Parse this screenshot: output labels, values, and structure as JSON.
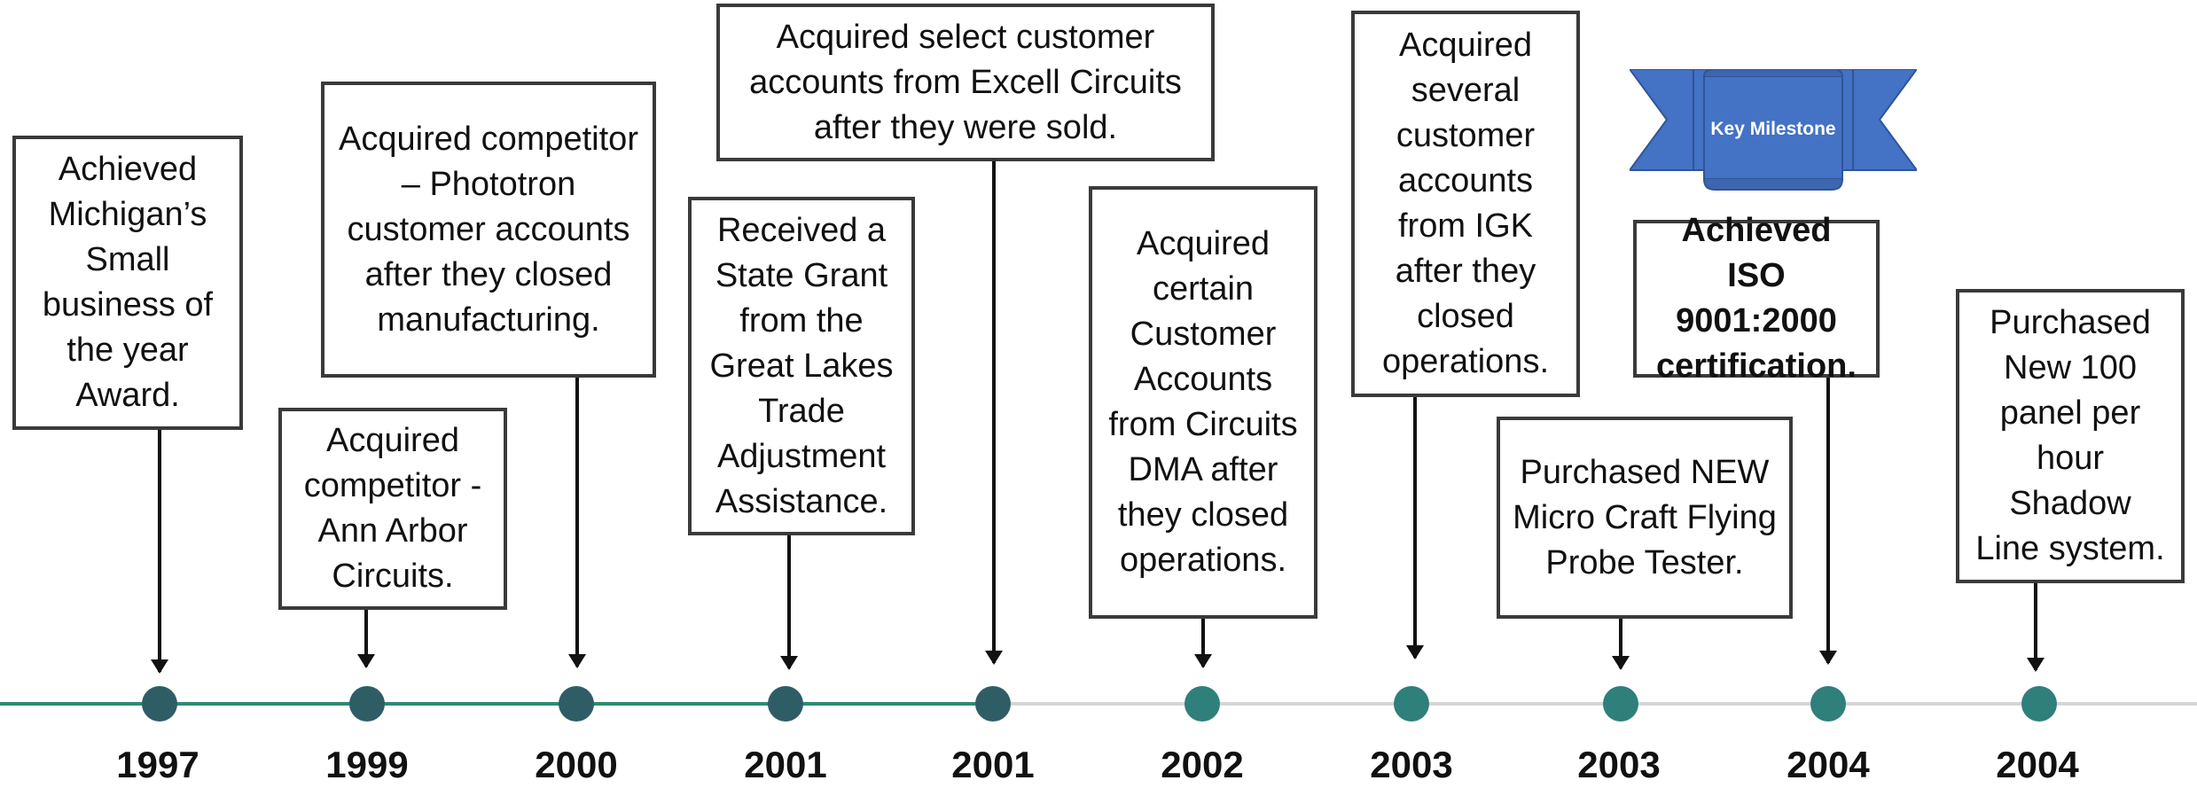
{
  "ribbon": {
    "label": "Key Milestone",
    "color": "#4472c4"
  },
  "colors": {
    "past_line": "#2e8b72",
    "future_line": "#d6d6d6",
    "dot_dark": "#2f5d66",
    "dot_teal": "#2f7f7a"
  },
  "milestones": [
    {
      "year": "1997",
      "text": "Achieved Michigan’s Small business of the year Award.",
      "key": false
    },
    {
      "year": "1999",
      "text": "Acquired competitor - Ann Arbor Circuits.",
      "key": false
    },
    {
      "year": "2000",
      "text": "Acquired competitor – Phototron customer accounts after they closed manufacturing.",
      "key": false
    },
    {
      "year": "2001",
      "text": "Received a State Grant from the Great Lakes Trade Adjustment Assistance.",
      "key": false
    },
    {
      "year": "2001",
      "text": "Acquired select customer accounts from Excell Circuits after they were sold.",
      "key": false
    },
    {
      "year": "2002",
      "text": "Acquired certain Customer Accounts from Circuits DMA after they closed operations.",
      "key": false
    },
    {
      "year": "2003",
      "text": "Acquired several customer accounts from IGK after they closed operations.",
      "key": false
    },
    {
      "year": "2003",
      "text": "Purchased NEW Micro Craft Flying Probe Tester.",
      "key": false
    },
    {
      "year": "2004",
      "text": "Achieved ISO 9001:2000 certification.",
      "key": true
    },
    {
      "year": "2004",
      "text": "Purchased New 100 panel per hour Shadow Line system.",
      "key": false
    }
  ]
}
